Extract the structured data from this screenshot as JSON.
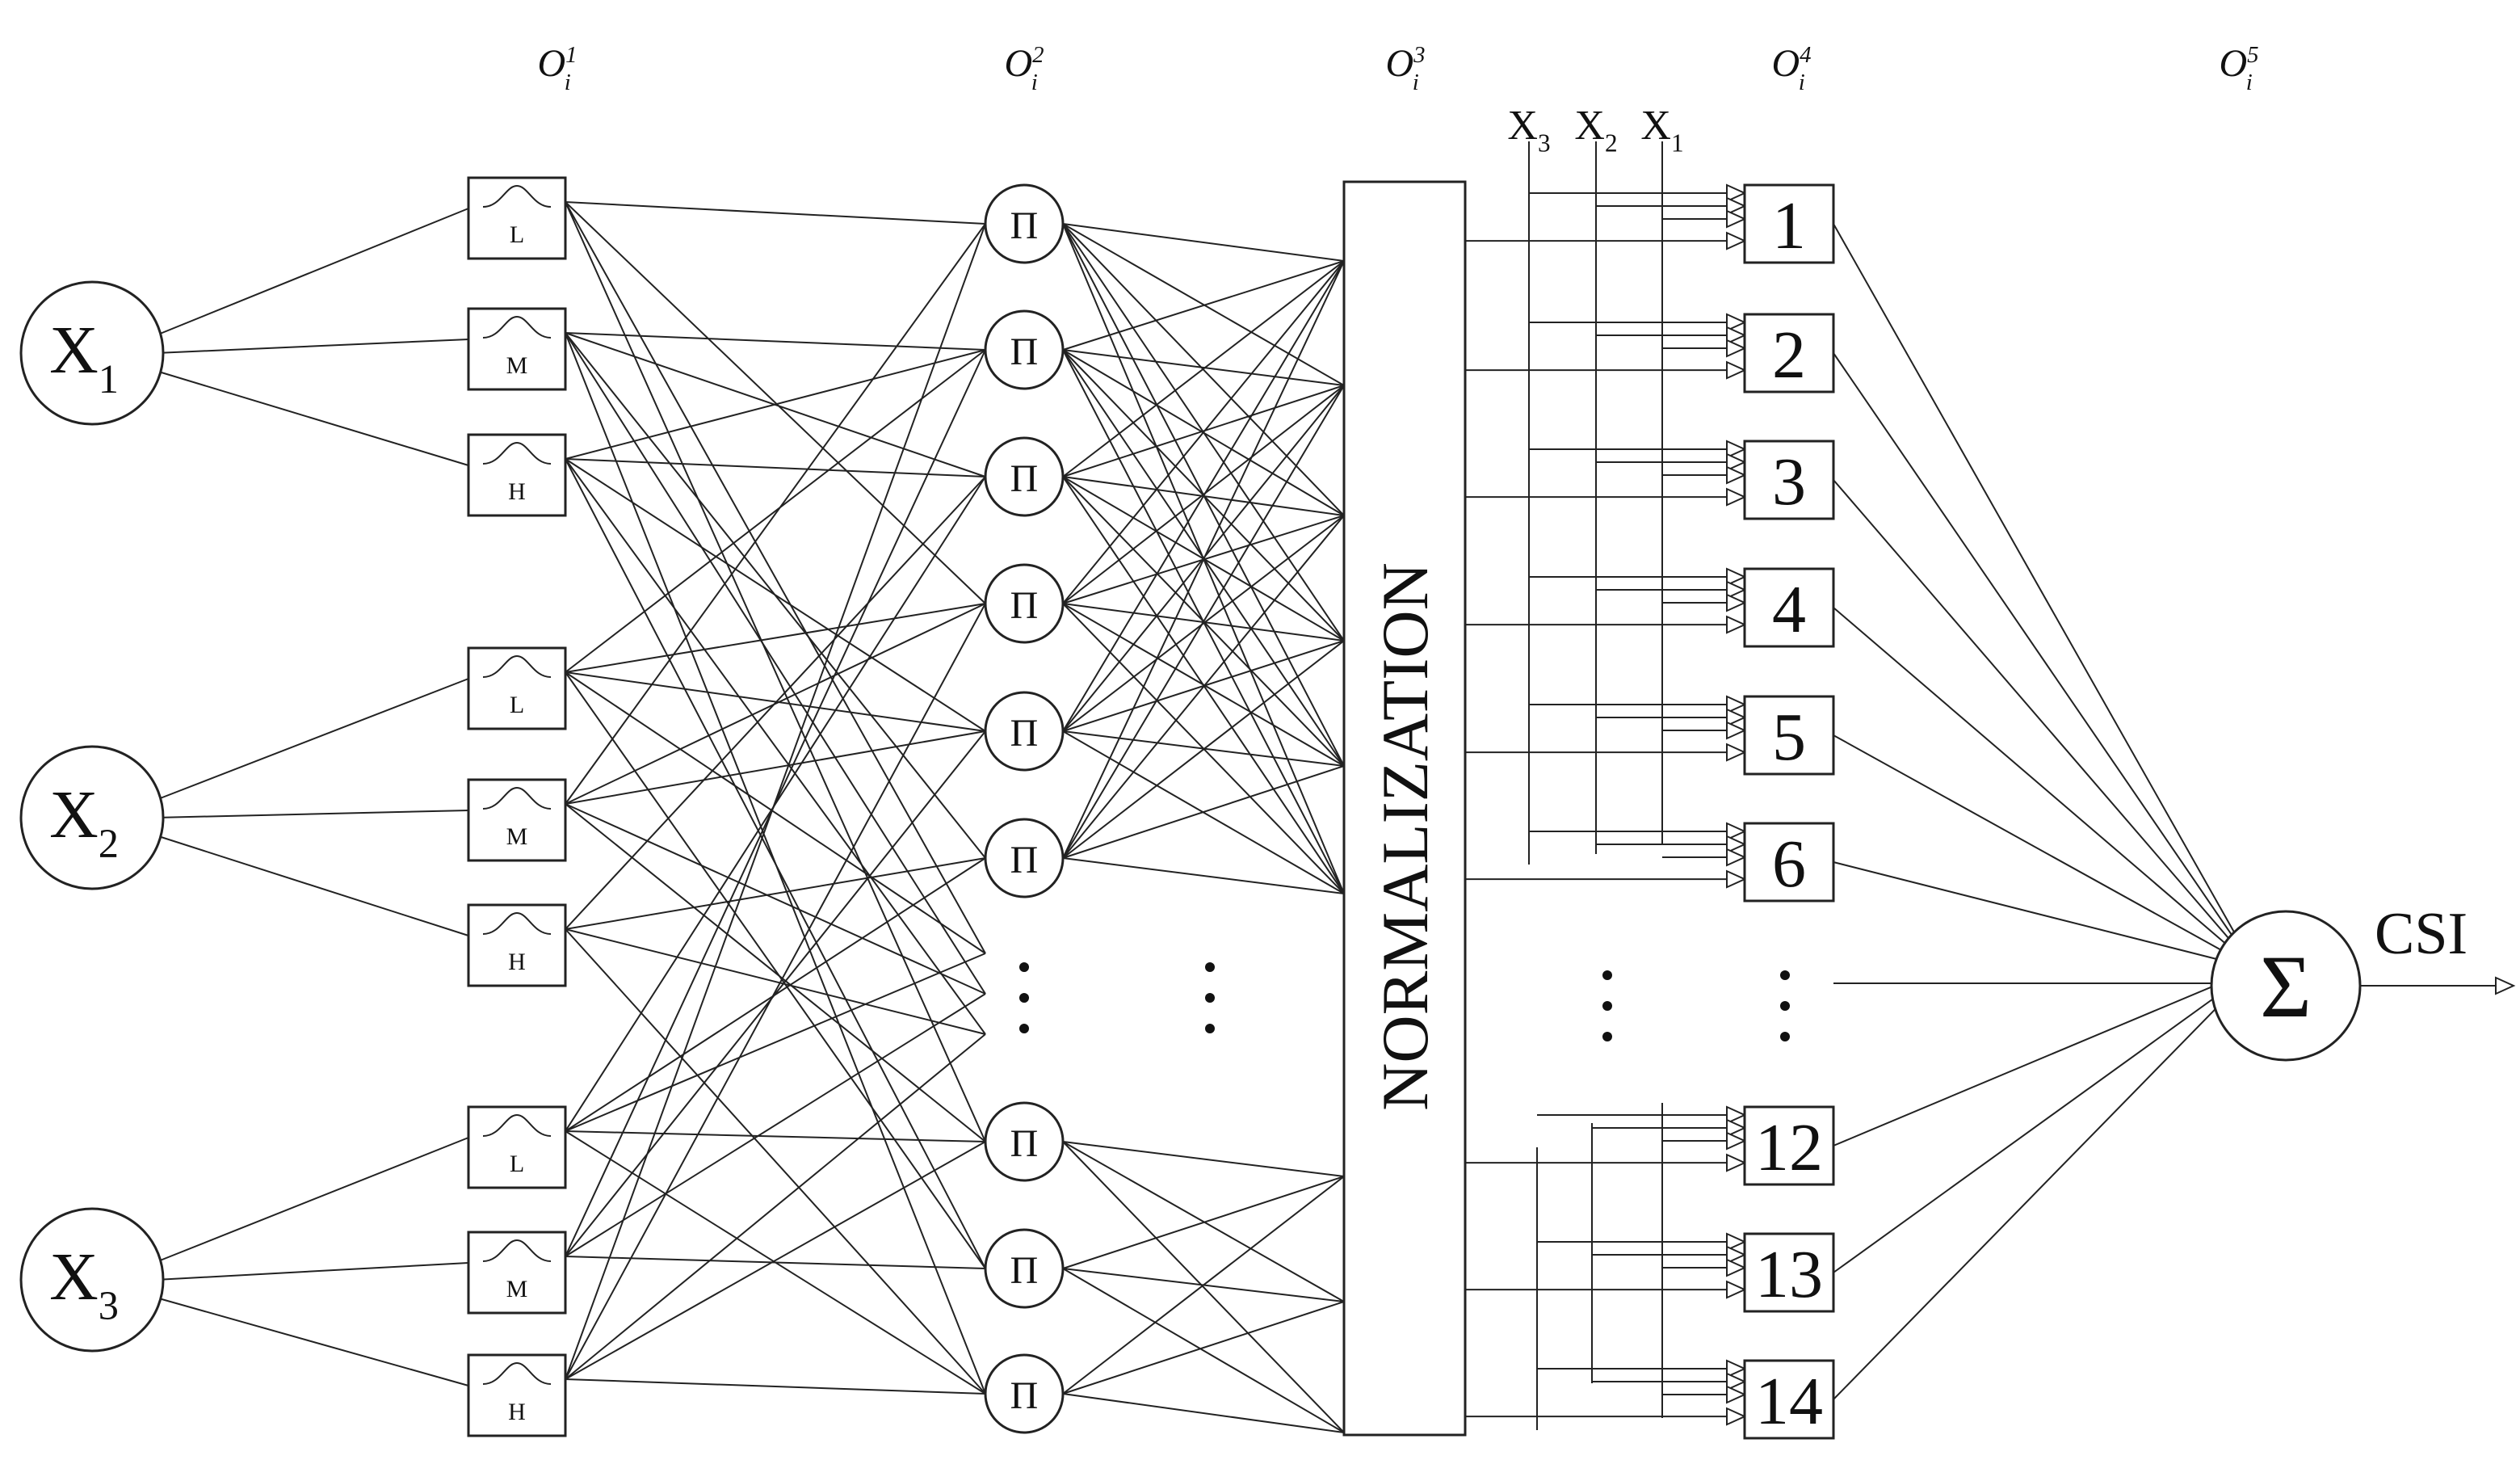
{
  "layer_labels": [
    {
      "base": "O",
      "sub": "i",
      "sup": "1"
    },
    {
      "base": "O",
      "sub": "i",
      "sup": "2"
    },
    {
      "base": "O",
      "sub": "i",
      "sup": "3"
    },
    {
      "base": "O",
      "sub": "i",
      "sup": "4"
    },
    {
      "base": "O",
      "sub": "i",
      "sup": "5"
    }
  ],
  "inputs": [
    {
      "base": "X",
      "sub": "1"
    },
    {
      "base": "X",
      "sub": "2"
    },
    {
      "base": "X",
      "sub": "3"
    }
  ],
  "membership_labels": [
    "L",
    "M",
    "H",
    "L",
    "M",
    "H",
    "L",
    "M",
    "H"
  ],
  "rule_node_symbol": "Π",
  "rule_node_count": 9,
  "normalization_label": "NORMALIZATION",
  "bus_labels": [
    {
      "base": "X",
      "sub": "3"
    },
    {
      "base": "X",
      "sub": "2"
    },
    {
      "base": "X",
      "sub": "1"
    }
  ],
  "consequent_labels": [
    "1",
    "2",
    "3",
    "4",
    "5",
    "6",
    "12",
    "13",
    "14"
  ],
  "sum_symbol": "Σ",
  "output_label": "CSI",
  "ellipsis_symbol": "⋮"
}
